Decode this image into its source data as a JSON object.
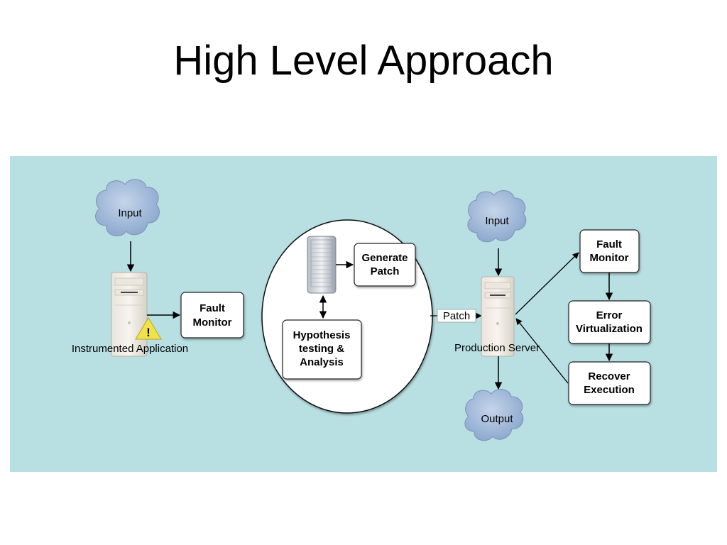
{
  "slide": {
    "title": "High Level Approach"
  },
  "left": {
    "input_label": "Input",
    "fault_monitor": [
      "Fault",
      "Monitor"
    ],
    "app_label": "Instrumented Application",
    "warning_glyph": "!"
  },
  "center": {
    "generate_patch": [
      "Generate",
      "Patch"
    ],
    "hypothesis": [
      "Hypothesis",
      "testing &",
      "Analysis"
    ],
    "patch_label": "Patch"
  },
  "right": {
    "input_label": "Input",
    "output_label": "Output",
    "server_label": "Production Server",
    "fault_monitor": [
      "Fault",
      "Monitor"
    ],
    "error_virtualization": [
      "Error",
      "Virtualization"
    ],
    "recover_execution": [
      "Recover",
      "Execution"
    ]
  },
  "colors": {
    "panel": "#b8dfe2",
    "cloud": "#9bb6d8",
    "warning": "#f2e24a"
  }
}
